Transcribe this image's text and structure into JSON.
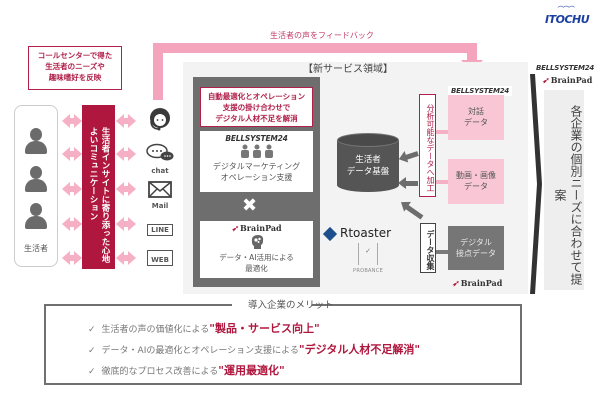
{
  "feedback": {
    "label": "生活者の声をフィードバック"
  },
  "callout": {
    "lines": [
      "コールセンターで得た",
      "生活者のニーズや",
      "趣味嗜好を反映"
    ]
  },
  "consumer": {
    "label": "生活者",
    "icon": "person-icon"
  },
  "communication": {
    "text": "生活者インサイトに寄り添った心地よいコミュニケーション"
  },
  "channels": [
    {
      "icon": "operator-headset-icon",
      "label": ""
    },
    {
      "icon": "chat-icon",
      "label": "chat"
    },
    {
      "icon": "mail-icon",
      "label": "Mail"
    },
    {
      "icon": "line-icon",
      "label": "LINE"
    },
    {
      "icon": "web-icon",
      "label": "WEB"
    }
  ],
  "service": {
    "title": "【新サービス領域】",
    "highlight": [
      "自動最適化とオペレーション",
      "支援の掛け合わせで",
      "デジタル人材不足を解消"
    ],
    "bellsystem": {
      "logo": "BELLSYSTEM24",
      "lines": [
        "デジタルマーケティング",
        "オペレーション支援"
      ],
      "icon": "team-icon"
    },
    "times": "✖",
    "brainpad": {
      "logo": "BrainPad",
      "lines": [
        "データ・AI活用による",
        "最適化"
      ],
      "icon": "brain-head-icon"
    },
    "database": {
      "lines": [
        "生活者",
        "データ基盤"
      ]
    },
    "process_label": "分析可能なデータへ加工",
    "collect_label": "データ収集",
    "bell_logo_top": "BELLSYSTEM24",
    "data_boxes": [
      {
        "lines": [
          "対話",
          "データ"
        ]
      },
      {
        "lines": [
          "動画・画像",
          "データ"
        ]
      }
    ],
    "digital_box": {
      "lines": [
        "デジタル",
        "接点データ"
      ]
    },
    "rtoaster": "Rtoaster",
    "probance": "PROBANCE",
    "brainpad_bottom": "BrainPad"
  },
  "partners": {
    "itochu": "ITOCHU",
    "bellsystem": "BELLSYSTEM24",
    "brainpad": "BrainPad"
  },
  "proposal": {
    "text": "各企業の個別ニーズに合わせて提案"
  },
  "merits": {
    "title": "導入企業のメリット",
    "items": [
      {
        "prefix": "生活者の声の価値化による",
        "highlight": "\"製品・サービス向上\""
      },
      {
        "prefix": "データ・AIの最適化とオペレーション支援による",
        "highlight": "\"デジタル人材不足解消\""
      },
      {
        "prefix": "徹底的なプロセス改善による",
        "highlight": "\"運用最適化\""
      }
    ]
  },
  "colors": {
    "accent": "#b0173e",
    "pink": "#f4a5bd",
    "gray": "#6e6e6e"
  }
}
